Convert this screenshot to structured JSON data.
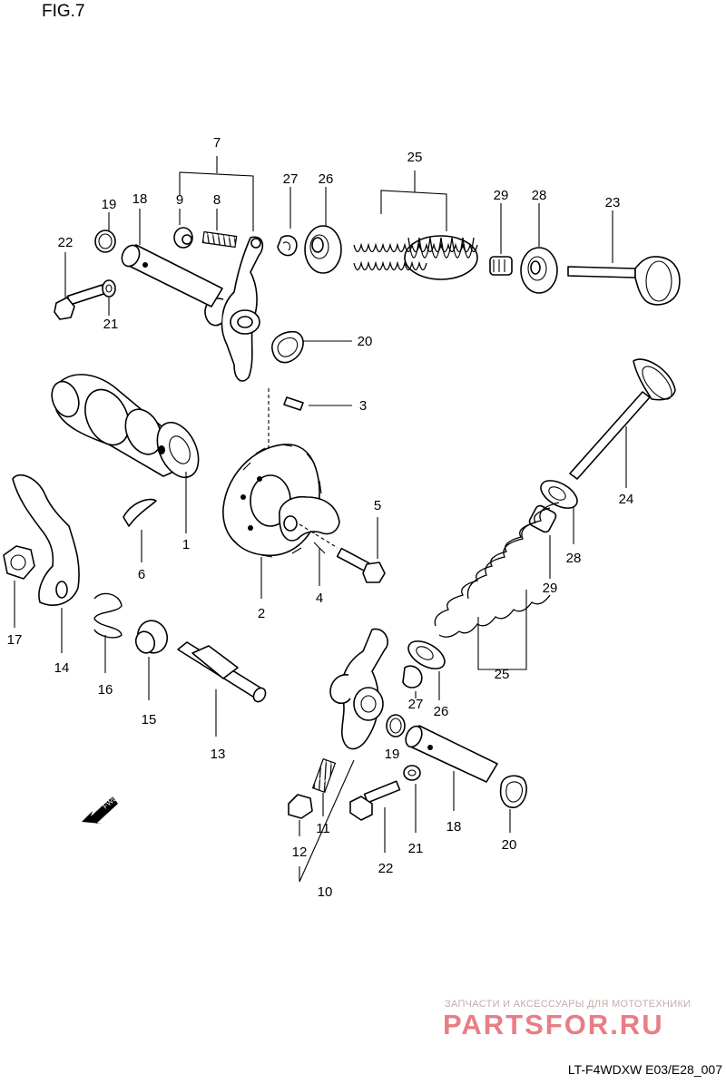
{
  "header": {
    "figure_label": "FIG.7"
  },
  "footer": {
    "drawing_code": "LT-F4WDXW E03/E28_007"
  },
  "watermark": {
    "tagline": "ЗАПЧАСТИ И АКСЕССУАРЫ ДЛЯ МОТОТЕХНИКИ",
    "brand": "PARTSFOR.RU",
    "color": "#e87d85"
  },
  "direction_arrow": {
    "label": "FWD"
  },
  "callouts": [
    {
      "id": "c7",
      "text": "7"
    },
    {
      "id": "c9",
      "text": "9"
    },
    {
      "id": "c8",
      "text": "8"
    },
    {
      "id": "c27a",
      "text": "27"
    },
    {
      "id": "c26a",
      "text": "26"
    },
    {
      "id": "c25a",
      "text": "25"
    },
    {
      "id": "c29a",
      "text": "29"
    },
    {
      "id": "c28a",
      "text": "28"
    },
    {
      "id": "c23",
      "text": "23"
    },
    {
      "id": "c19a",
      "text": "19"
    },
    {
      "id": "c18a",
      "text": "18"
    },
    {
      "id": "c22a",
      "text": "22"
    },
    {
      "id": "c21a",
      "text": "21"
    },
    {
      "id": "c20a",
      "text": "20"
    },
    {
      "id": "c3",
      "text": "3"
    },
    {
      "id": "c24",
      "text": "24"
    },
    {
      "id": "c1",
      "text": "1"
    },
    {
      "id": "c6",
      "text": "6"
    },
    {
      "id": "c5",
      "text": "5"
    },
    {
      "id": "c28b",
      "text": "28"
    },
    {
      "id": "c29b",
      "text": "29"
    },
    {
      "id": "c4",
      "text": "4"
    },
    {
      "id": "c2",
      "text": "2"
    },
    {
      "id": "c17",
      "text": "17"
    },
    {
      "id": "c14",
      "text": "14"
    },
    {
      "id": "c16",
      "text": "16"
    },
    {
      "id": "c15",
      "text": "15"
    },
    {
      "id": "c25b",
      "text": "25"
    },
    {
      "id": "c27b",
      "text": "27"
    },
    {
      "id": "c26b",
      "text": "26"
    },
    {
      "id": "c19b",
      "text": "19"
    },
    {
      "id": "c13",
      "text": "13"
    },
    {
      "id": "c11",
      "text": "11"
    },
    {
      "id": "c21b",
      "text": "21"
    },
    {
      "id": "c18b",
      "text": "18"
    },
    {
      "id": "c20b",
      "text": "20"
    },
    {
      "id": "c12",
      "text": "12"
    },
    {
      "id": "c22b",
      "text": "22"
    },
    {
      "id": "c10",
      "text": "10"
    }
  ]
}
